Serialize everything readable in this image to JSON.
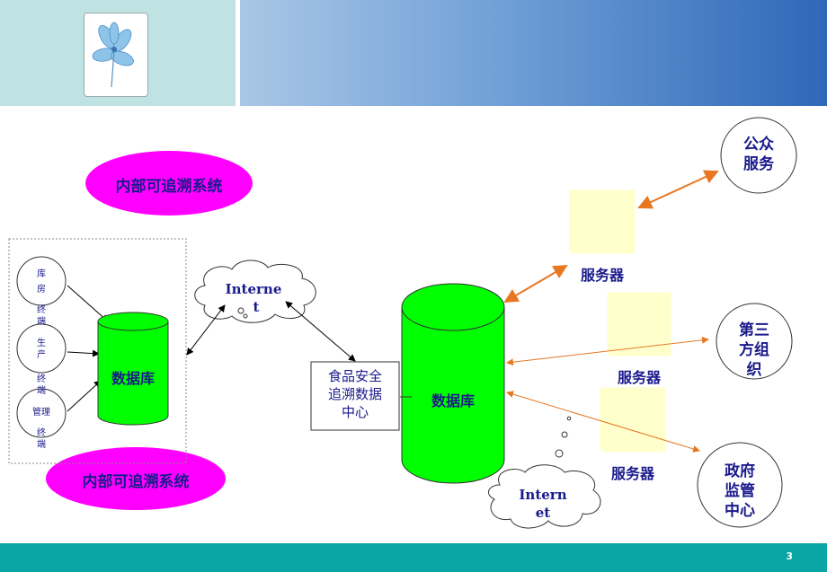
{
  "page_number": "3",
  "internal_system_top": "内部可追溯系统",
  "internal_system_bottom": "内部可追溯系统",
  "left_terminals": {
    "warehouse": [
      "库",
      "房",
      "终",
      "端"
    ],
    "production": [
      "生",
      "产",
      "终",
      "端"
    ],
    "management": [
      "管理",
      "终",
      "端"
    ]
  },
  "left_db": "数据库",
  "internet_top": [
    "Interne",
    "t"
  ],
  "center_box": [
    "食品安全",
    "追溯数据",
    "中心"
  ],
  "main_db": "数据库",
  "internet_bottom": [
    "Intern",
    "et"
  ],
  "servers": [
    "服务器",
    "服务器",
    "服务器"
  ],
  "public_service": [
    "公众",
    "服务"
  ],
  "third_party": [
    "第三",
    "方组",
    "织"
  ],
  "gov": [
    "政府",
    "监管",
    "中心"
  ],
  "colors": {
    "header_left": "#bfe3e3",
    "header_right": "#2f68b8",
    "footer": "#0aa5a5",
    "db_fill": "#00ff00",
    "ellipse_fill": "#ff00ff",
    "server_fill": "#ffffcc",
    "arrow_orange": "#e87722"
  }
}
